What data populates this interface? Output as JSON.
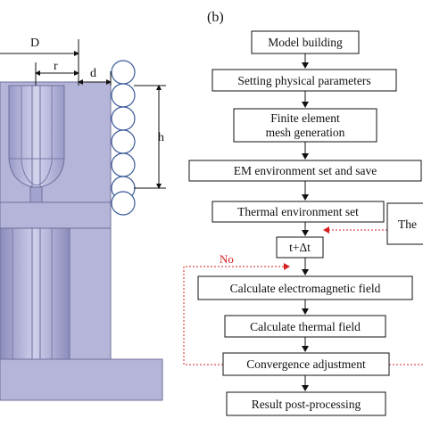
{
  "panel_tag": "(b)",
  "left": {
    "dims": {
      "D": "D",
      "r": "r",
      "d": "d",
      "h": "h"
    }
  },
  "flow": {
    "steps": [
      "Model building",
      "Setting physical parameters",
      "Finite element",
      "mesh generation",
      "EM environment set and save",
      "Thermal environment set",
      "t+Δt",
      "Calculate electromagnetic field",
      "Calculate thermal field",
      "Convergence adjustment",
      "Result post-processing"
    ],
    "side_box": "The",
    "no_label": "No"
  },
  "colors": {
    "part_fill": "#b3b3d8",
    "part_dark": "#8f8fbe",
    "part_light": "#d0d0ea",
    "loop_red": "#d42020"
  }
}
